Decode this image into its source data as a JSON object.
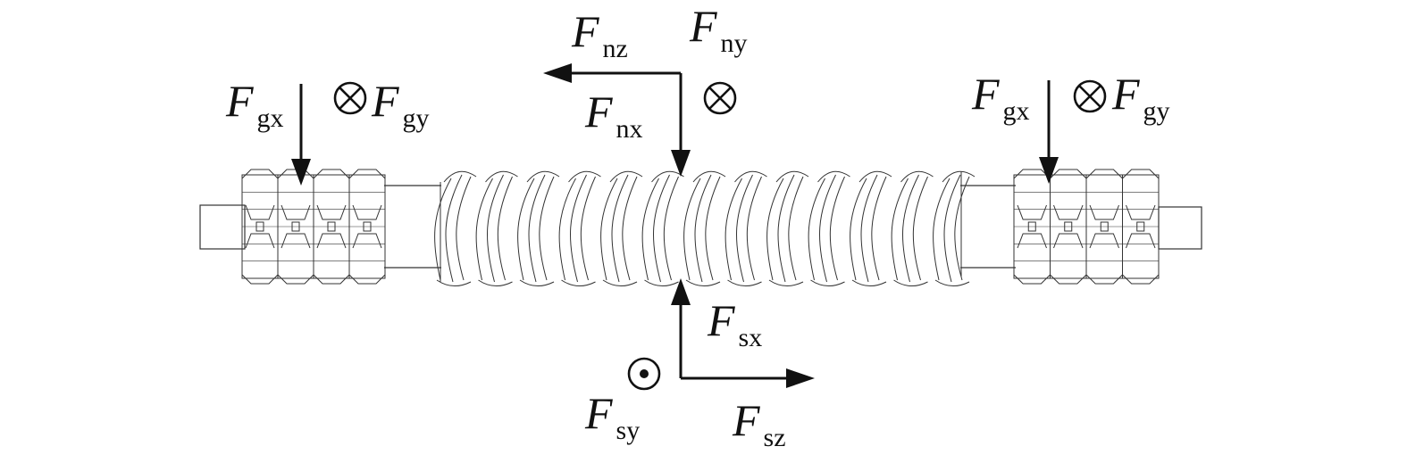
{
  "diagram": {
    "labels": {
      "fgx_left": {
        "main": "F",
        "sub": "gx"
      },
      "fgy_left": {
        "main": "F",
        "sub": "gy"
      },
      "fnz": {
        "main": "F",
        "sub": "nz"
      },
      "fny": {
        "main": "F",
        "sub": "ny"
      },
      "fnx": {
        "main": "F",
        "sub": "nx"
      },
      "fgx_right": {
        "main": "F",
        "sub": "gx"
      },
      "fgy_right": {
        "main": "F",
        "sub": "gy"
      },
      "fsx": {
        "main": "F",
        "sub": "sx"
      },
      "fsy": {
        "main": "F",
        "sub": "sy"
      },
      "fsz": {
        "main": "F",
        "sub": "sz"
      }
    },
    "colors": {
      "line": "#111111",
      "background": "#ffffff"
    }
  }
}
